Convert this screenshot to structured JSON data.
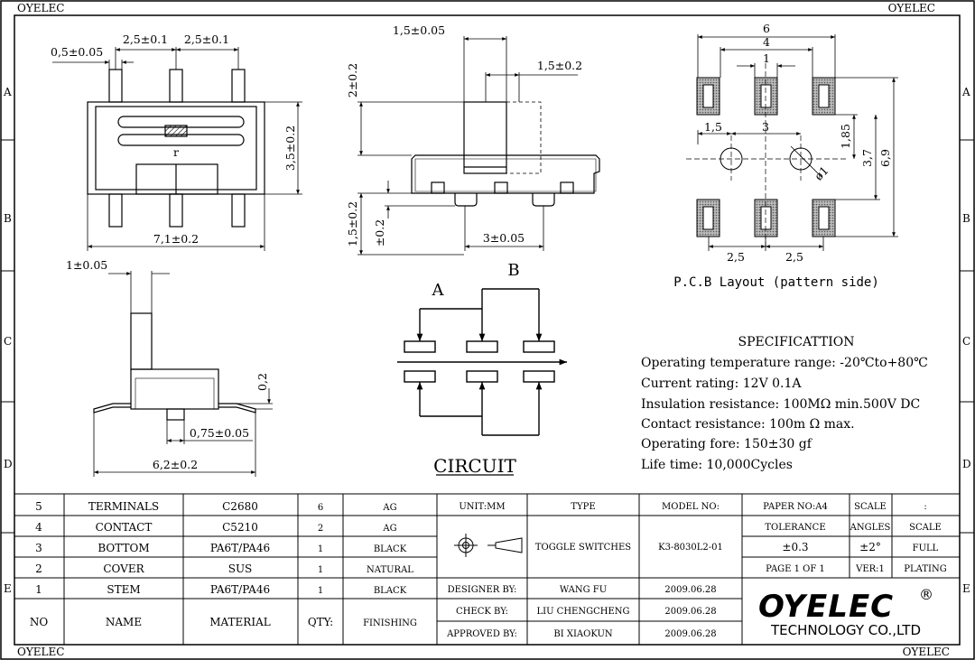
{
  "frame": {
    "corner_labels": [
      "OYELEC",
      "OYELEC",
      "OYELEC",
      "OYELEC"
    ],
    "zones": [
      "A",
      "B",
      "C",
      "D",
      "E"
    ]
  },
  "front_view": {
    "dims": {
      "pitch_left": "2,5±0.1",
      "pitch_right": "2,5±0.1",
      "pin_width": "0,5±0.05",
      "height": "3,5±0.2",
      "length": "7,1±0.2"
    },
    "marker": "r"
  },
  "side_view": {
    "dims": {
      "top_width": "1,5±0.05",
      "lever_offset": "1,5±0.2",
      "lever_height": "2±0.2",
      "pin_height": "1,5±0.2",
      "pin_small": "±0.2",
      "bottom_pitch": "3±0.05"
    }
  },
  "end_view": {
    "dims": {
      "lever_width": "1±0.05",
      "thickness": "0,2",
      "pin_offset": "0,75±0.05",
      "width": "6,2±0.2"
    }
  },
  "pcb_layout": {
    "dims": {
      "w6": "6",
      "w4": "4",
      "w1": "1",
      "d15": "1,5",
      "d3": "3",
      "d185": "1,85",
      "d37": "3,7",
      "d69": "6,9",
      "hole": "ø1",
      "p25a": "2,5",
      "p25b": "2,5"
    },
    "title": "P.C.B Layout (pattern side)"
  },
  "circuit": {
    "label_a": "A",
    "label_b": "B",
    "title": "CIRCUIT"
  },
  "specification": {
    "heading": "SPECIFICATTION",
    "lines": [
      "Operating temperature range: -20℃to+80℃",
      "Current rating: 12V 0.1A",
      "Insulation resistance: 100MΩ  min.500V DC",
      "Contact resistance: 100m Ω max.",
      "Operating fore: 150±30 gf",
      "Life time: 10,000Cycles"
    ]
  },
  "bom": {
    "rows": [
      {
        "no": "5",
        "name": "TERMINALS",
        "material": "C2680",
        "qty": "6",
        "finishing": "AG"
      },
      {
        "no": "4",
        "name": "CONTACT",
        "material": "C5210",
        "qty": "2",
        "finishing": "AG"
      },
      {
        "no": "3",
        "name": "BOTTOM",
        "material": "PA6T/PA46",
        "qty": "1",
        "finishing": "BLACK"
      },
      {
        "no": "2",
        "name": "COVER",
        "material": "SUS",
        "qty": "1",
        "finishing": "NATURAL"
      },
      {
        "no": "1",
        "name": "STEM",
        "material": "PA6T/PA46",
        "qty": "1",
        "finishing": "BLACK"
      }
    ],
    "header": {
      "no": "NO",
      "name": "NAME",
      "material": "MATERIAL",
      "qty": "QTY:",
      "finishing": "FINISHING"
    }
  },
  "title_block": {
    "unit": "UNIT:MM",
    "type_label": "TYPE",
    "type_value": "TOGGLE SWITCHES",
    "model_label": "MODEL NO:",
    "model_value": "K3-8030L2-01",
    "paper": "PAPER NO:A4",
    "scale_label": "SCALE",
    "scale_colon": ":",
    "tolerance_label": "TOLERANCE",
    "angles_label": "ANGLES",
    "scale2_label": "SCALE",
    "tolerance_value": "±0.3",
    "angles_value": "±2°",
    "scale_value": "FULL",
    "page": "PAGE 1 OF 1",
    "ver": "VER:1",
    "plating": "PLATING",
    "designer_label": "DESIGNER BY:",
    "designer": "WANG FU",
    "designer_date": "2009.06.28",
    "check_label": "CHECK BY:",
    "checker": "LIU CHENGCHENG",
    "check_date": "2009.06.28",
    "approved_label": "APPROVED BY:",
    "approver": "BI XIAOKUN",
    "approved_date": "2009.06.28",
    "logo_text": "OYELEC",
    "logo_reg": "®",
    "company": "TECHNOLOGY CO.,LTD"
  }
}
